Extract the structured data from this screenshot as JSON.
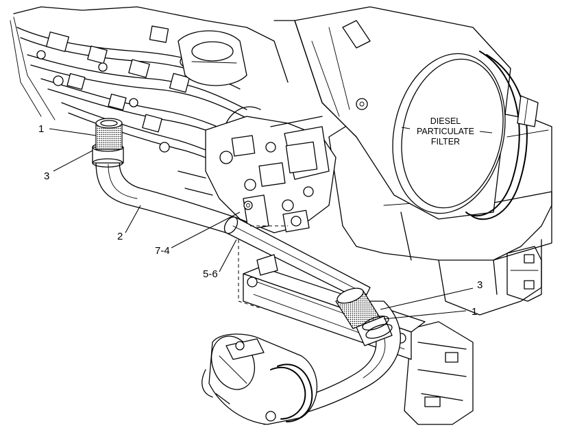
{
  "component_label": [
    "DIESEL",
    "PARTICULATE",
    "FILTER"
  ],
  "callouts": {
    "c1_top": "1",
    "c3_top": "3",
    "c2": "2",
    "c7_4": "7-4",
    "c5_6": "5-6",
    "c3_bottom": "3",
    "c1_bottom": "1"
  },
  "colors": {
    "line": "#000000",
    "background": "#ffffff"
  }
}
